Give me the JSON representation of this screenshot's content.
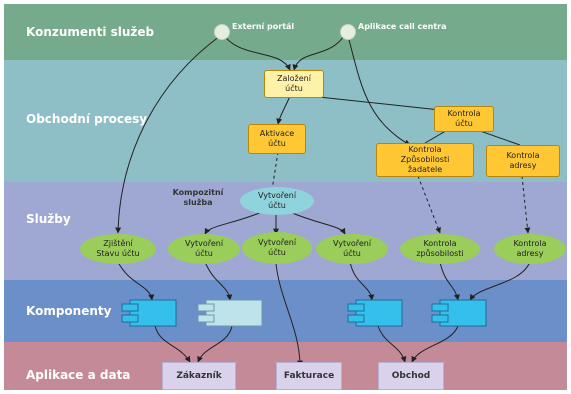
{
  "colors": {
    "band_consumers": "#76aa8c",
    "band_processes": "#8fbfc6",
    "band_services": "#9ea8d2",
    "band_components": "#6b8fc8",
    "band_apps": "#c58a97",
    "process_yellow": "#fff1a8",
    "process_orange": "#ffc733",
    "service_ellipse": "#9acd5a",
    "composite_ellipse": "#8fd3dc",
    "component_blue": "#35c0ec",
    "component_light": "#bfe3ea",
    "app_box": "#d9d2ea"
  },
  "bands": {
    "consumers": "Konzumenti služeb",
    "processes": "Obchodní procesy",
    "services": "Služby",
    "components": "Komponenty",
    "apps": "Aplikace a data"
  },
  "actors": {
    "portal": "Externí portál",
    "callcenter": "Aplikace call centra"
  },
  "processes": {
    "zalozeni": [
      "Založení",
      "účtu"
    ],
    "aktivace": [
      "Aktivace",
      "účtu"
    ],
    "kontrola_uctu": [
      "Kontrola",
      "účtu"
    ],
    "kontrola_zpusobilosti": [
      "Kontrola",
      "Způsobilosti",
      "žadatele"
    ],
    "kontrola_adresy": [
      "Kontrola",
      "adresy"
    ]
  },
  "composite": {
    "label": [
      "Kompozitní",
      "služba"
    ],
    "node": [
      "Vytvoření",
      "účtu"
    ]
  },
  "services": {
    "zjisteni": [
      "Zjištění",
      "Stavu účtu"
    ],
    "vytvoreni1": [
      "Vytvoření",
      "účtu"
    ],
    "vytvoreni2": [
      "Vytvoření",
      "účtu"
    ],
    "vytvoreni3": [
      "Vytvoření",
      "účtu"
    ],
    "kontrola_zp": [
      "Kontrola",
      "způsobilosti"
    ],
    "kontrola_adr": [
      "Kontrola",
      "adresy"
    ]
  },
  "apps": {
    "zakaznik": "Zákazník",
    "fakturace": "Fakturace",
    "obchod": "Obchod"
  }
}
